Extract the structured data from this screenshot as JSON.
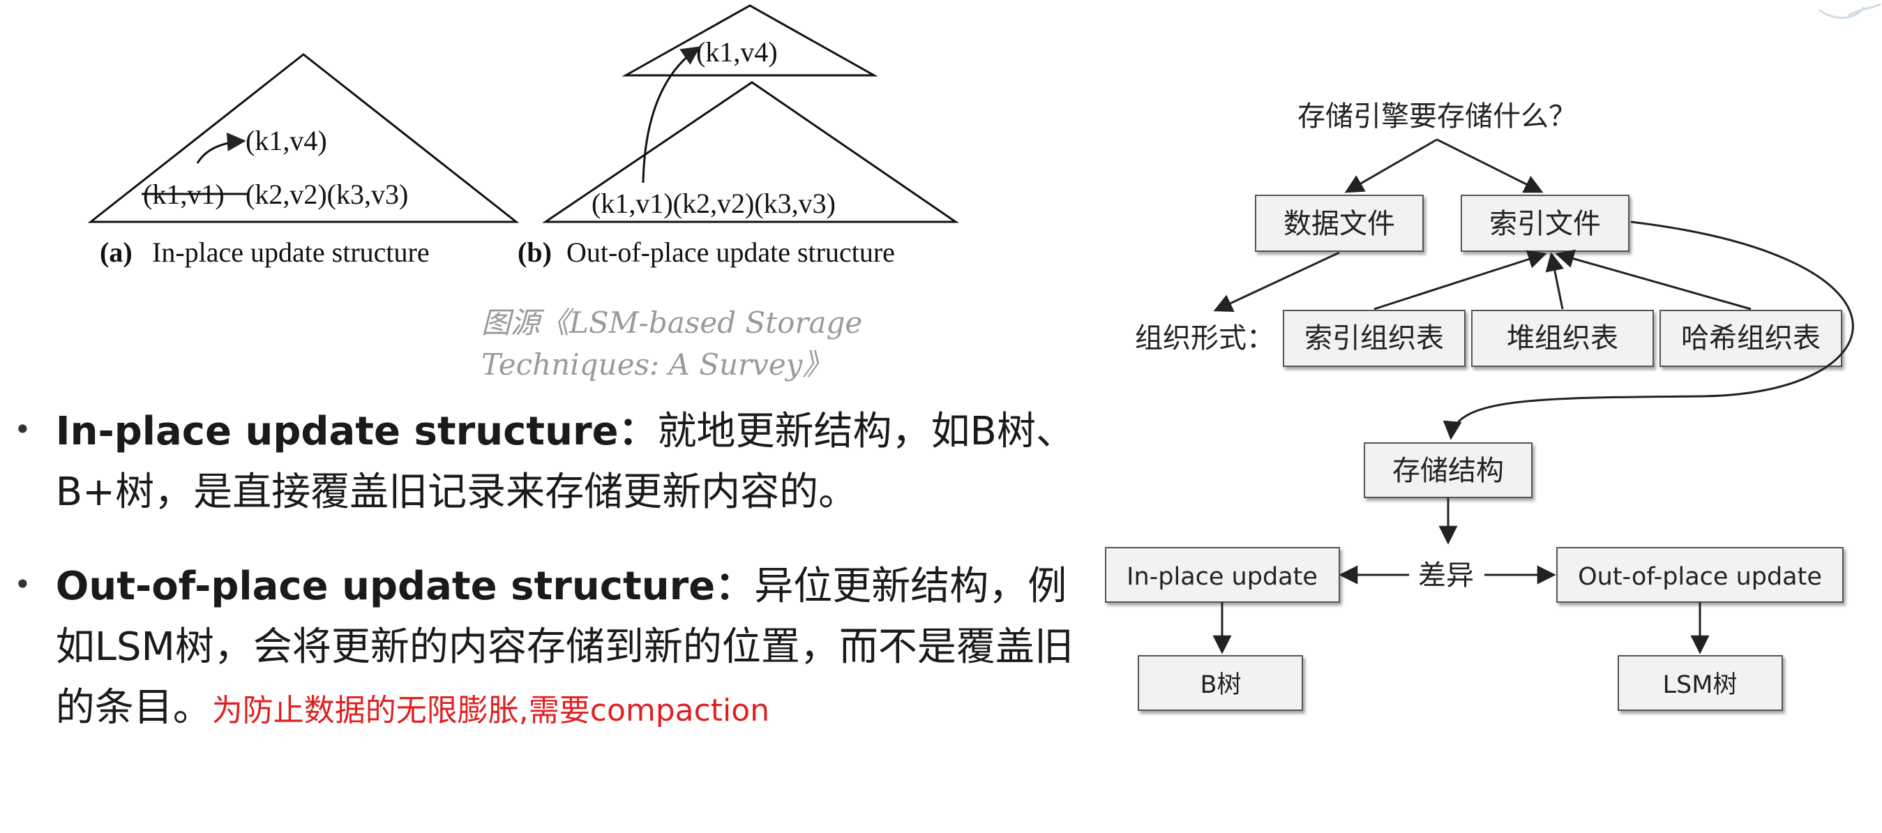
{
  "figure": {
    "tree_a": {
      "strike_pair": "(k1,v1)",
      "pairs": "(k2,v2)(k3,v3)",
      "new_pair": "(k1,v4)",
      "caption_tag": "(a)",
      "caption": "In-place update structure"
    },
    "tree_b": {
      "top_pair": "(k1,v4)",
      "pairs": "(k1,v1)(k2,v2)(k3,v3)",
      "caption_tag": "(b)",
      "caption": "Out-of-place update structure"
    },
    "source_line1": "图源《LSM-based Storage",
    "source_line2": "Techniques: A Survey》"
  },
  "bullets": [
    {
      "title": "In-place update structure：",
      "text": "就地更新结构，如B树、B+树，是直接覆盖旧记录来存储更新内容的。"
    },
    {
      "title": "Out-of-place update structure：",
      "text": "异位更新结构，例如LSM树，会将更新的内容存储到新的位置，而不是覆盖旧的条目。",
      "note": "为防止数据的无限膨胀,需要compaction"
    }
  ],
  "mindmap": {
    "question": "存储引擎要存储什么？",
    "data_file": "数据文件",
    "index_file": "索引文件",
    "org_label": "组织形式：",
    "org_items": [
      "索引组织表",
      "堆组织表",
      "哈希组织表"
    ],
    "storage_structure": "存储结构",
    "difference": "差异",
    "in_place": "In-place update",
    "out_of_place": "Out-of-place update",
    "btree": "B树",
    "lsm": "LSM树"
  }
}
